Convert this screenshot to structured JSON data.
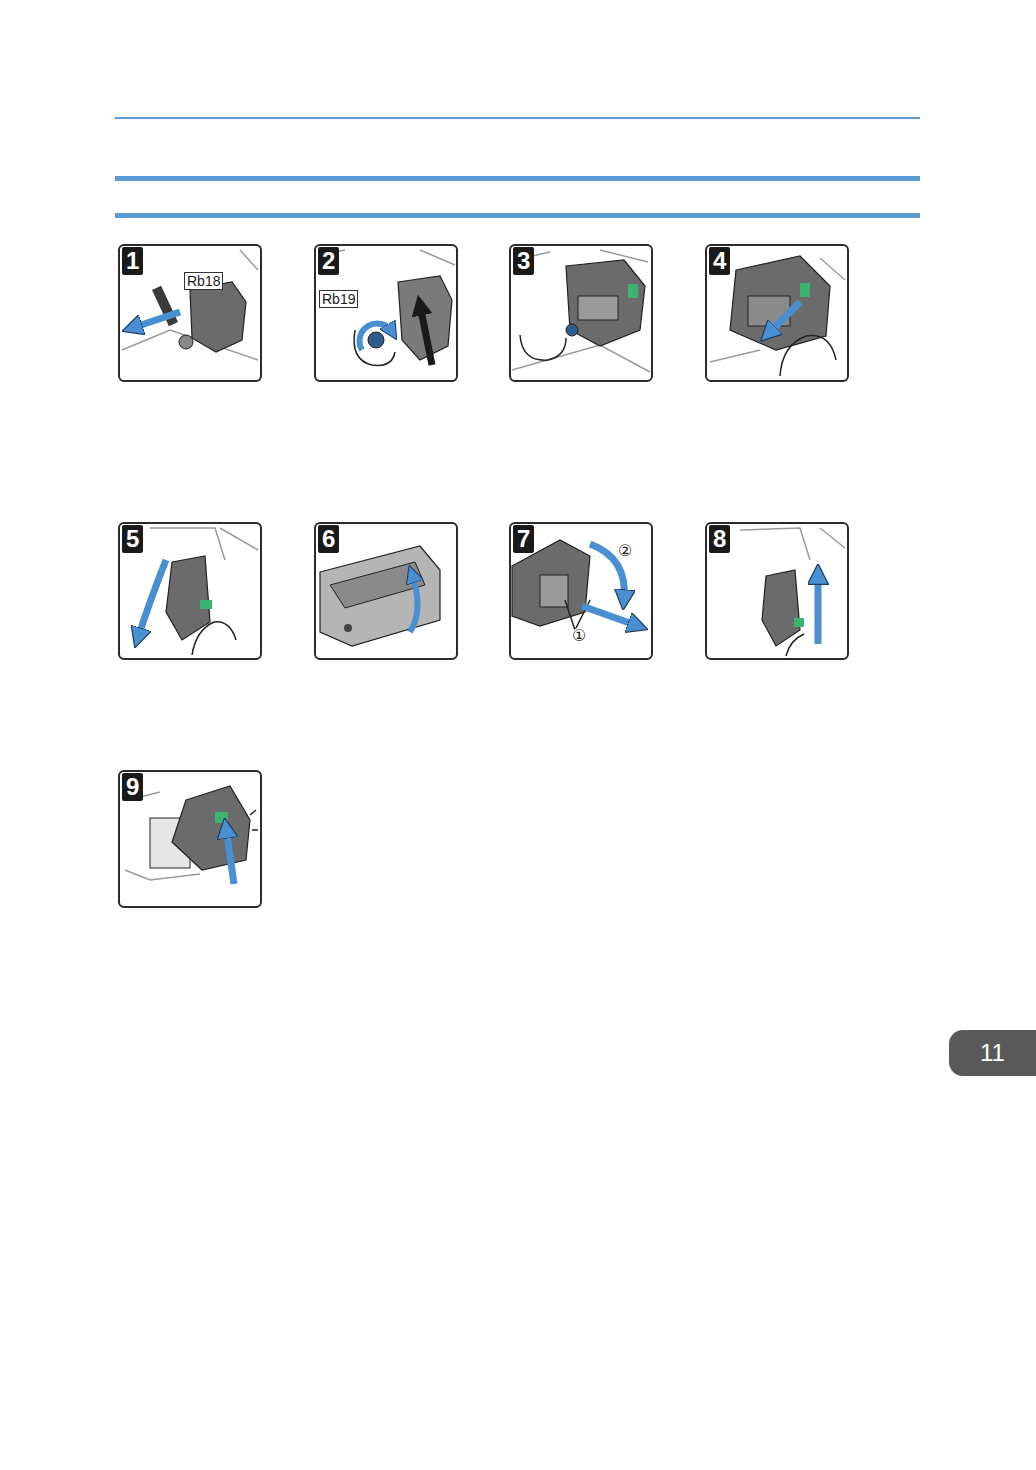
{
  "diagram": {
    "nodes": [
      {
        "text": [
          "1",
          "Rb18"
        ]
      },
      {
        "text": [
          "2",
          "Rb19"
        ]
      },
      {
        "text": [
          "3"
        ]
      },
      {
        "text": [
          "4"
        ]
      },
      {
        "text": [
          "5"
        ]
      },
      {
        "text": [
          "6"
        ]
      },
      {
        "text": [
          "7",
          "②",
          "①"
        ]
      },
      {
        "text": [
          "8"
        ]
      },
      {
        "text": [
          "9"
        ]
      },
      {
        "text": [
          "11"
        ]
      }
    ]
  }
}
